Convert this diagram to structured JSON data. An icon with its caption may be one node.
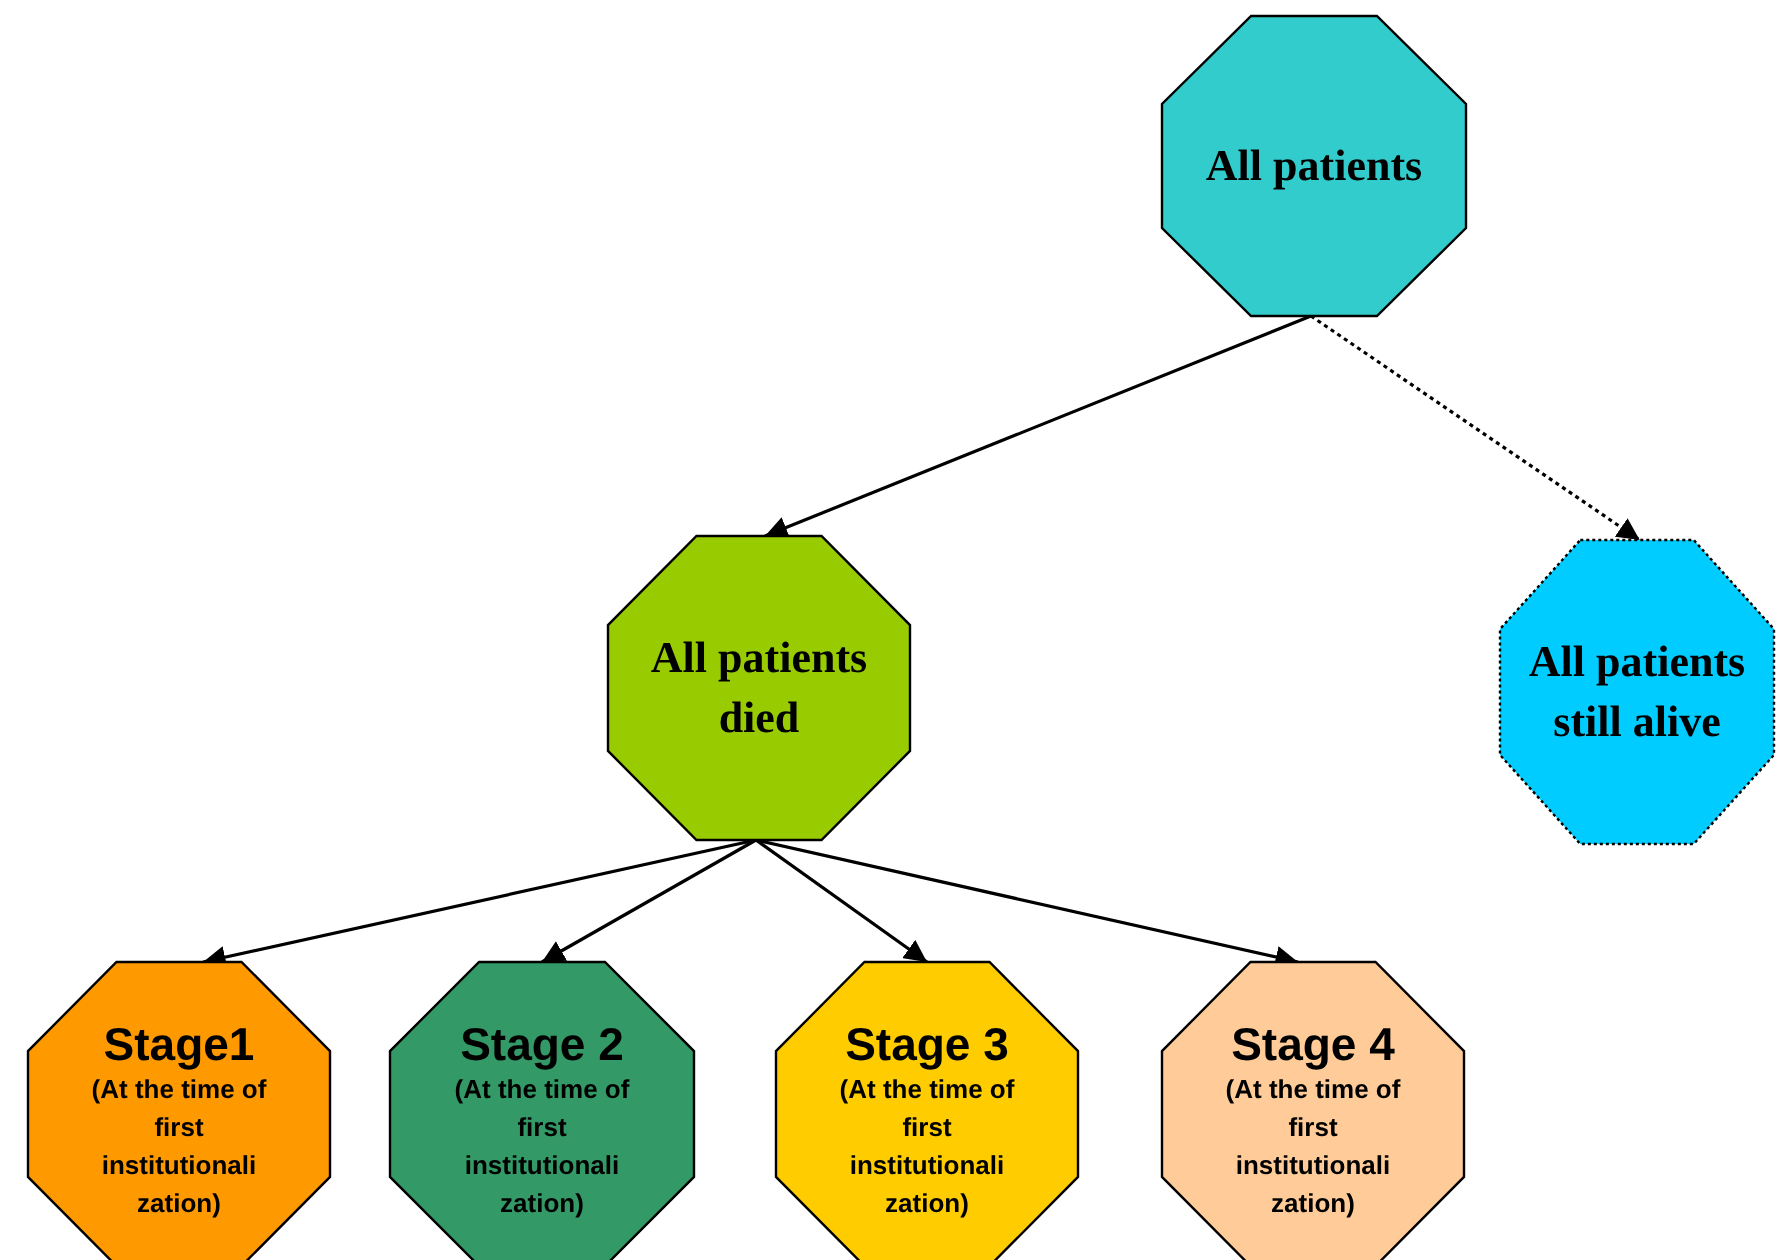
{
  "diagram": {
    "nodes": [
      {
        "text": [
          "All patients"
        ]
      },
      {
        "text": [
          "All patients died"
        ]
      },
      {
        "text": [
          "All patients still alive"
        ]
      },
      {
        "text": [
          "Stage1",
          "(At the time of first institutionali zation)"
        ]
      },
      {
        "text": [
          "Stage 2",
          "(At the time of first institutionali zation)"
        ]
      },
      {
        "text": [
          "Stage 3",
          "(At the time of first institutionali zation)"
        ]
      },
      {
        "text": [
          "Stage 4",
          "(At the time of first institutionali zation)"
        ]
      }
    ],
    "edges": [
      {
        "from": 0,
        "to": 1,
        "arrow": "to"
      },
      {
        "from": 0,
        "to": 2,
        "arrow": "to",
        "style": "dashed"
      },
      {
        "from": 1,
        "to": 3,
        "arrow": "to"
      },
      {
        "from": 1,
        "to": 4,
        "arrow": "to"
      },
      {
        "from": 1,
        "to": 5,
        "arrow": "to"
      },
      {
        "from": 1,
        "to": 6,
        "arrow": "to"
      }
    ]
  }
}
